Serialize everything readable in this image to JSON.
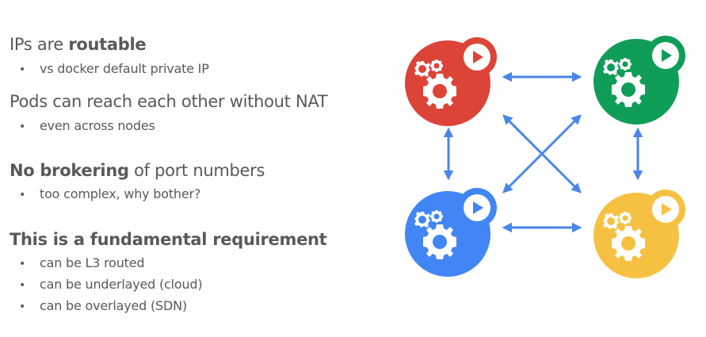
{
  "sections": [
    {
      "heading_parts": [
        {
          "text": "IPs are ",
          "bold": false
        },
        {
          "text": "routable",
          "bold": true
        }
      ],
      "bullets": [
        "vs docker default private IP"
      ]
    },
    {
      "heading_parts": [
        {
          "text": "Pods can reach each other without NAT",
          "bold": false
        }
      ],
      "bullets": [
        "even across nodes"
      ]
    },
    {
      "heading_parts": [
        {
          "text": "No brokering",
          "bold": true
        },
        {
          "text": " of port numbers",
          "bold": false
        }
      ],
      "bullets": [
        "too complex, why bother?"
      ]
    },
    {
      "heading_parts": [
        {
          "text": "This is a fundamental requirement",
          "bold": true
        }
      ],
      "bullets": [
        "can be L3 routed",
        "can be underlayed (cloud)",
        "can be overlayed (SDN)"
      ]
    }
  ],
  "bullet_glyph": "•",
  "diagram": {
    "pods": [
      {
        "name": "pod-top-left",
        "color": "#db4437"
      },
      {
        "name": "pod-top-right",
        "color": "#0f9d58"
      },
      {
        "name": "pod-bottom-left",
        "color": "#4285f4"
      },
      {
        "name": "pod-bottom-right",
        "color": "#f4c20d"
      }
    ],
    "arrow_color": "#4a86e8",
    "icon": "gears-with-play-badge"
  }
}
